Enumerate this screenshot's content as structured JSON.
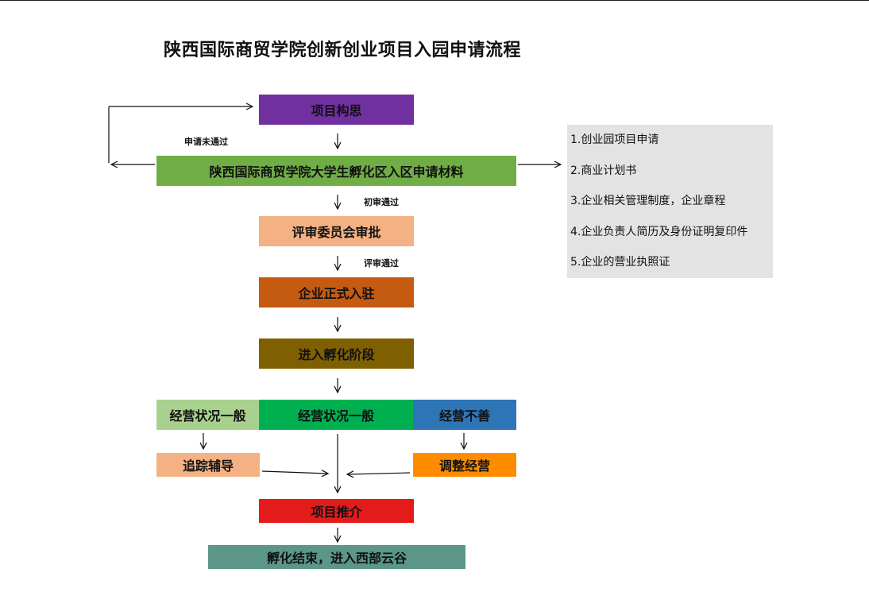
{
  "title": "陕西国际商贸学院创新创业项目入园申请流程",
  "nodes": {
    "concept": "项目构思",
    "materials": "陕西国际商贸学院大学生孵化区入区申请材料",
    "review": "评审委员会审批",
    "settle": "企业正式入驻",
    "incubate": "进入孵化阶段",
    "status_left": "经营状况一般",
    "status_mid": "经营状况一般",
    "status_right": "经营不善",
    "tracking": "追踪辅导",
    "adjust": "调整经营",
    "recommend": "项目推介",
    "finish": "孵化结束，进入西部云谷"
  },
  "labels": {
    "rejected": "申请未通过",
    "first_pass": "初审通过",
    "review_pass": "评审通过"
  },
  "materials_list": [
    "1.创业园项目申请",
    "2.商业计划书",
    "3.企业相关管理制度，企业章程",
    "4.企业负责人简历及身份证明复印件",
    "5.企业的营业执照证"
  ],
  "colors": {
    "concept": "#7030a0",
    "materials": "#70ad47",
    "review": "#f4b183",
    "settle": "#c55a11",
    "incubate": "#7f6000",
    "status_left": "#a9d18e",
    "status_mid": "#00b050",
    "status_right": "#2e75b6",
    "tracking": "#f4b183",
    "adjust": "#ff8c00",
    "recommend": "#e31b1b",
    "finish": "#5b9689",
    "side_panel": "#e3e3e3"
  }
}
